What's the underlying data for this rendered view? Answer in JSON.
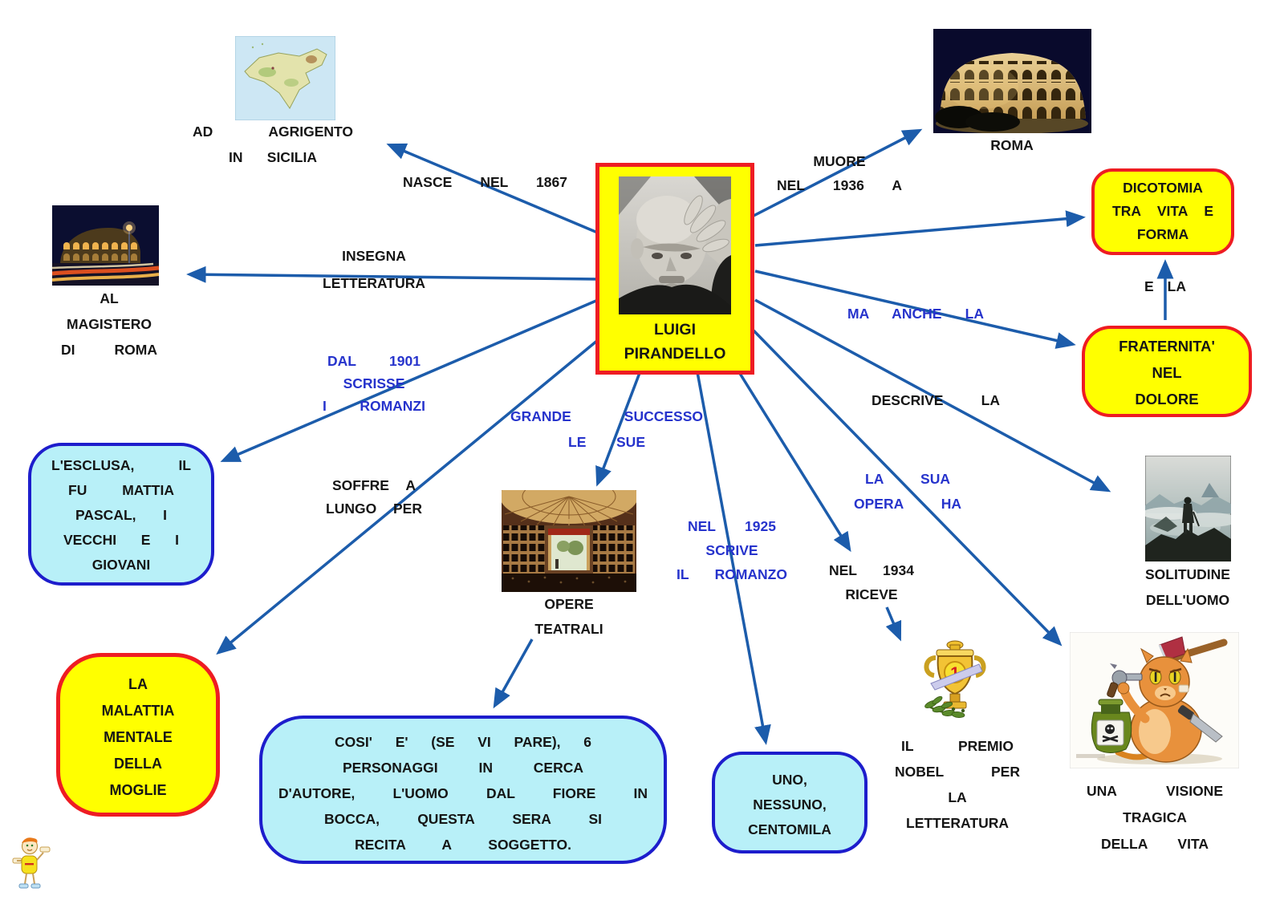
{
  "page": {
    "title": "LUIGI PIRANDELLO"
  },
  "colors": {
    "arrow_blue": "#1c5cab",
    "label_black": "#151515",
    "label_blue": "#2633cc",
    "node_yellow_fill": "#ffff00",
    "node_red_border": "#ee1c23",
    "node_cyan_fill": "#b8f0f8",
    "node_blue_border": "#1d1dcc"
  },
  "center_node": {
    "lines": [
      "LUIGI",
      "PIRANDELLO"
    ],
    "photo_icon": "pirandello-portrait-photo"
  },
  "images": {
    "sicilia": {
      "icon": "sicily-map-image",
      "caption_lines": [
        "AD AGRIGENTO",
        "IN SICILIA"
      ]
    },
    "roma": {
      "icon": "colosseum-rome-photo",
      "caption_lines": [
        "ROMA"
      ]
    },
    "magistero": {
      "icon": "colosseum-night-photo",
      "caption_lines": [
        "AL",
        "MAGISTERO",
        "DI ROMA"
      ]
    },
    "teatro": {
      "icon": "theater-interior-image",
      "caption_lines": [
        "OPERE",
        "TEATRALI"
      ]
    },
    "nobel": {
      "icon": "trophy-icon",
      "trophy_digit": "1",
      "caption_lines": [
        "IL PREMIO",
        "NOBEL PER",
        "LA",
        "LETTERATURA"
      ]
    },
    "solitudine": {
      "icon": "wanderer-painting-image",
      "caption_lines": [
        "SOLITUDINE",
        "DELL'UOMO"
      ]
    },
    "visione": {
      "icon": "tragic-cat-cartoon-image",
      "caption_lines": [
        "UNA VISIONE",
        "TRAGICA",
        "DELLA VITA"
      ]
    },
    "mascotte": {
      "icon": "mascot-figure-icon"
    }
  },
  "boxes": {
    "dicotomia": {
      "lines": [
        "DICOTOMIA",
        "TRA VITA E",
        "FORMA"
      ]
    },
    "fraternita": {
      "lines": [
        "FRATERNITA'",
        "NEL",
        "DOLORE"
      ]
    },
    "esclusa": {
      "lines": [
        "L'ESCLUSA, IL",
        "FU MATTIA",
        "PASCAL, I",
        "VECCHI E I",
        "GIOVANI"
      ]
    },
    "malattia": {
      "lines": [
        "LA",
        "MALATTIA",
        "MENTALE",
        "DELLA",
        "MOGLIE"
      ]
    },
    "cosi": {
      "lines": [
        "COSI' E' (SE VI PARE), 6",
        "PERSONAGGI IN CERCA",
        "D'AUTORE, L'UOMO DAL FIORE IN",
        "BOCCA, QUESTA SERA SI",
        "RECITA A SOGGETTO."
      ]
    },
    "uno": {
      "lines": [
        "UNO,",
        "NESSUNO,",
        "CENTOMILA"
      ]
    }
  },
  "edge_labels": {
    "nasce": {
      "lines": [
        "NASCE NEL 1867"
      ]
    },
    "muore": {
      "lines": [
        "MUORE",
        "NEL 1936 A"
      ]
    },
    "insegna": {
      "lines": [
        "INSEGNA",
        "LETTERATURA"
      ]
    },
    "dal1901": {
      "lines": [
        "DAL 1901",
        "SCRISSE",
        "I ROMANZI"
      ]
    },
    "soffre": {
      "lines": [
        "SOFFRE A",
        "LUNGO PER"
      ]
    },
    "grande": {
      "lines": [
        "GRANDE SUCCESSO",
        "LE SUE"
      ]
    },
    "nel1925": {
      "lines": [
        "NEL 1925",
        "SCRIVE",
        "IL ROMANZO"
      ]
    },
    "nel1934": {
      "lines": [
        "NEL 1934",
        "RICEVE"
      ]
    },
    "descrive": {
      "lines": [
        "DESCRIVE LA"
      ]
    },
    "opera_ha": {
      "lines": [
        "LA SUA",
        "OPERA HA"
      ]
    },
    "ma_anche": {
      "lines": [
        "MA ANCHE LA"
      ]
    },
    "e_la": {
      "lines": [
        "E LA"
      ]
    }
  }
}
